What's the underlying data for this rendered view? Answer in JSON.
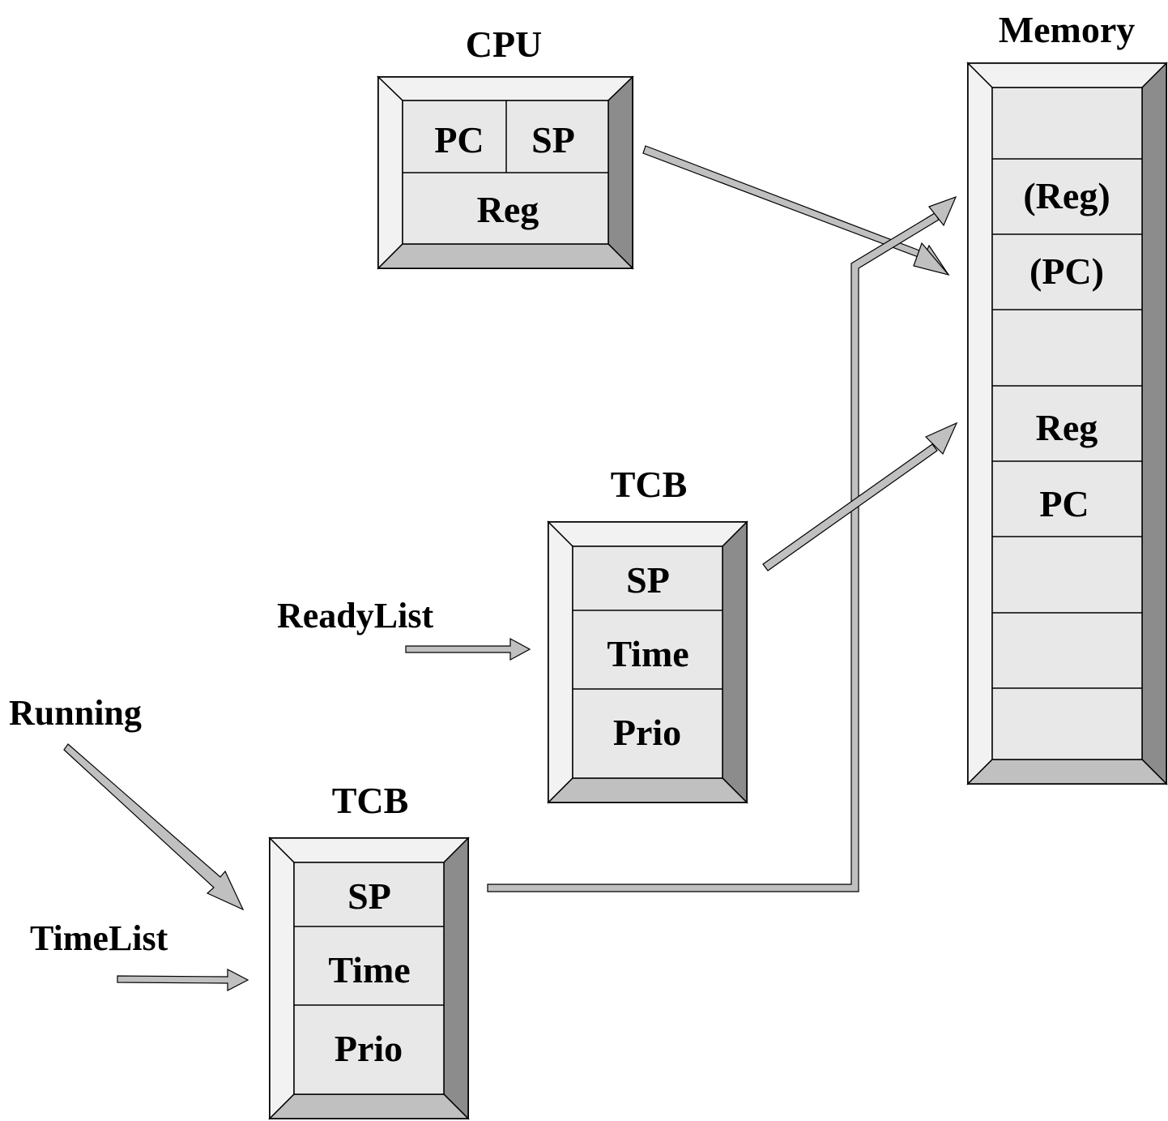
{
  "cpu": {
    "title": "CPU",
    "pc": "PC",
    "sp": "SP",
    "reg": "Reg"
  },
  "memory": {
    "title": "Memory",
    "cells": [
      "",
      "(Reg)",
      "(PC)",
      "",
      "Reg",
      "PC",
      "",
      "",
      ""
    ]
  },
  "tcb_ready": {
    "title": "TCB",
    "fields": [
      "SP",
      "Time",
      "Prio"
    ]
  },
  "tcb_running": {
    "title": "TCB",
    "fields": [
      "SP",
      "Time",
      "Prio"
    ]
  },
  "pointers": {
    "ready_list": "ReadyList",
    "running": "Running",
    "time_list": "TimeList"
  },
  "colors": {
    "bevel_light": "#f2f2f2",
    "bevel_mid": "#c0c0c0",
    "bevel_dark": "#8c8c8c",
    "face": "#e8e8e8",
    "arrow_fill": "#c0c0c0",
    "outline": "#000000"
  }
}
